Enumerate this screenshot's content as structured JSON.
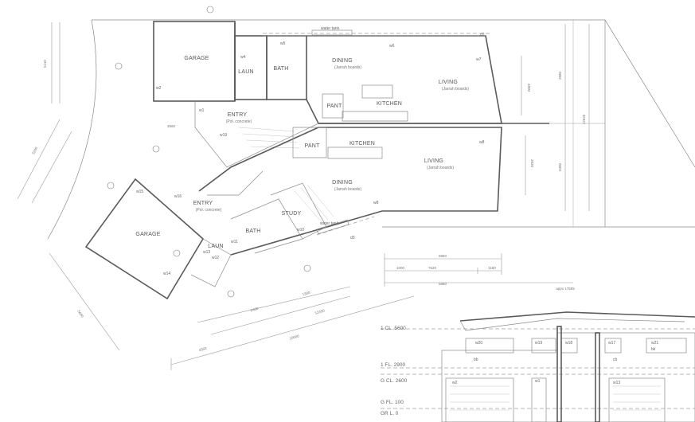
{
  "upper_unit": {
    "rooms": {
      "garage": "GARAGE",
      "laun": "LAUN",
      "bath": "BATH",
      "dining": "DINING",
      "dining_sub": "(Jarrah boards)",
      "living": "LIVING",
      "living_sub": "(Jarrah boards)",
      "pant": "PANT",
      "kitchen": "KITCHEN",
      "entry": "ENTRY",
      "entry_sub": "(Pol. concrete)"
    },
    "tags": {
      "water_tank": "water tank",
      "w1": "w1",
      "w2": "w2",
      "w4": "w4",
      "w5": "w5",
      "w6": "w6",
      "w7": "w7",
      "w8": "w8",
      "d2": "d2"
    }
  },
  "lower_unit": {
    "rooms": {
      "pant": "PANT",
      "kitchen": "KITCHEN",
      "living": "LIVING",
      "living_sub": "(Jarrah boards)",
      "dining": "DINING",
      "dining_sub": "(Jarrah boards)",
      "study": "STUDY",
      "entry": "ENTRY",
      "entry_sub": "(Pol. concrete)",
      "garage": "GARAGE",
      "bath": "BATH",
      "laun": "LAUN"
    },
    "tags": {
      "water_tank": "water tank",
      "w8": "w8",
      "w10": "w10",
      "w11": "w11",
      "w12": "w12",
      "w13": "w13",
      "w14": "w14",
      "w15": "w15",
      "w16": "w16",
      "w19": "w19",
      "d3": "d3"
    }
  },
  "dimensions": {
    "d6860": "6860",
    "d7620": "7620",
    "d5980": "5980",
    "d1180": "1180",
    "d1000": "1000",
    "d17555": "appx 17555",
    "d3560": "3560",
    "d4360": "4360",
    "d2400": "2400",
    "d5660": "5660",
    "d10000": "10000",
    "d12450": "12450",
    "d1300": "1300",
    "d4800": "4800",
    "d3930": "3930",
    "d2880": "2880",
    "d3300": "3300",
    "d5110": "5110",
    "d12625": "12625",
    "d3200": "3200"
  },
  "elevation": {
    "levels": [
      "1 CL. 5600",
      "1 FL. 2900",
      "G CL. 2600",
      "G FL. 100",
      "GR L. 0"
    ],
    "tags": {
      "w20": "w20",
      "w19": "w19",
      "w18": "w18",
      "w17": "w17",
      "w21": "w21",
      "w2": "w2",
      "w1": "w1",
      "w13": "w13",
      "bb": "bb",
      "cb": "cb",
      "bk": "bk"
    }
  }
}
